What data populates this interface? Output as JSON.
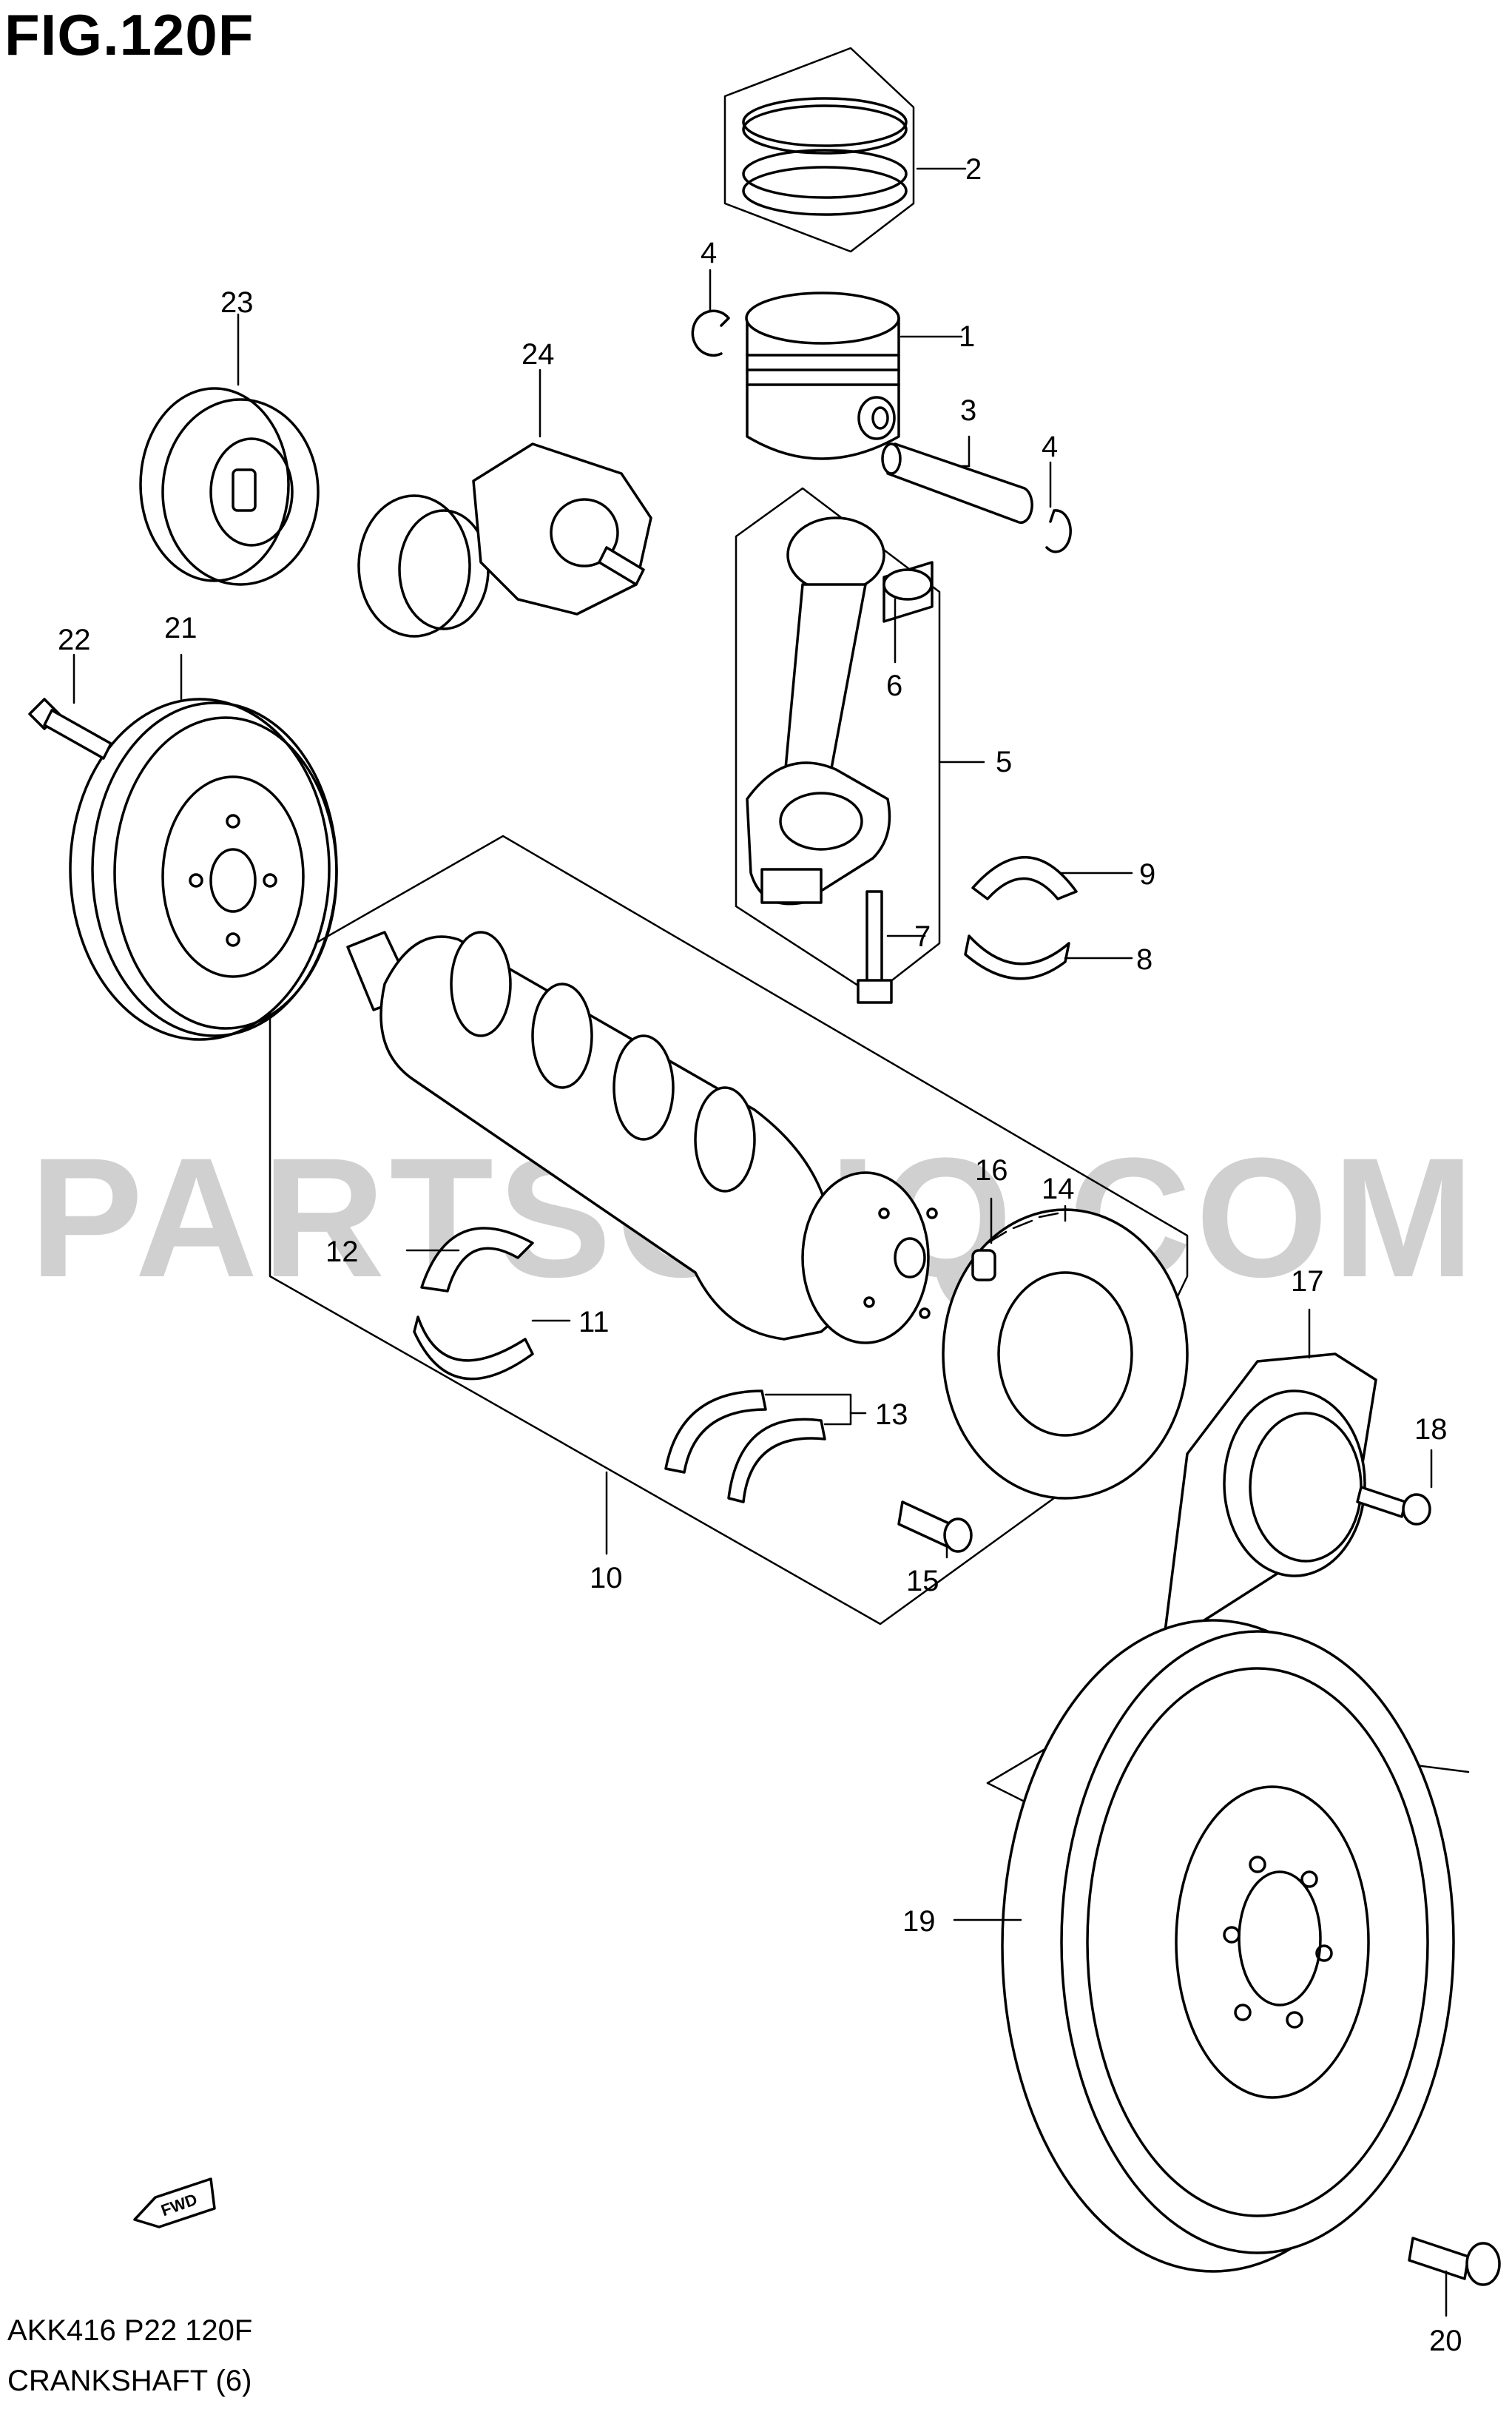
{
  "figure": {
    "title": "FIG.120F",
    "code": "AKK416 P22 120F",
    "caption": "CRANKSHAFT (6)",
    "watermark": "PARTSOUQ.COM",
    "fwd_label": "FWD"
  },
  "callouts": [
    "1",
    "2",
    "3",
    "4",
    "4",
    "5",
    "6",
    "7",
    "8",
    "9",
    "10",
    "11",
    "12",
    "13",
    "14",
    "15",
    "16",
    "17",
    "18",
    "19",
    "20",
    "21",
    "22",
    "23",
    "24"
  ]
}
